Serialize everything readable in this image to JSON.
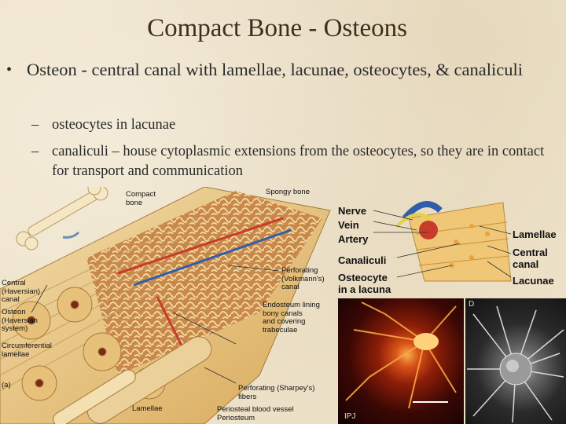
{
  "slide": {
    "title": "Compact Bone - Osteons",
    "bullet": "Osteon - central canal with lamellae, lacunae, osteocytes, & canaliculi",
    "sub_bullets": [
      "osteocytes in lacunae",
      "canaliculi – house cytoplasmic extensions from the osteocytes, so they are in contact for transport and communication"
    ]
  },
  "diagram_labels": {
    "compact_bone": "Compact\nbone",
    "spongy_bone": "Spongy bone",
    "nerve": "Nerve",
    "vein": "Vein",
    "artery": "Artery",
    "canaliculi": "Canaliculi",
    "osteocyte": "Osteocyte\nin a lacuna",
    "lamellae_right": "Lamellae",
    "central_canal": "Central\ncanal",
    "lacunae": "Lacunae",
    "perforating_volkmann": "Perforating\n(Volkmann's)\ncanal",
    "central_haversian": "Central\n(Haversian)\ncanal",
    "osteon": "Osteon\n(Haversian\nsystem)",
    "circumferential": "Circumferential\nlamellae",
    "endosteum": "Endosteum lining\nbony canals\nand covering\ntrabeculae",
    "fig_a": "(a)",
    "perforating_sharpey": "Perforating (Sharpey's)\nfibers",
    "lamellae_bottom": "Lamellae",
    "periosteal_vessel": "Periosteal blood vessel",
    "periosteum": "Periosteum",
    "photo_label_ipj": "IPJ",
    "photo_label_d": "D"
  },
  "colors": {
    "title": "#3c2f1e",
    "bone": "#e9c98c",
    "artery": "#c83a2a",
    "vein": "#2f5fa8",
    "nerve": "#e8d23a"
  }
}
